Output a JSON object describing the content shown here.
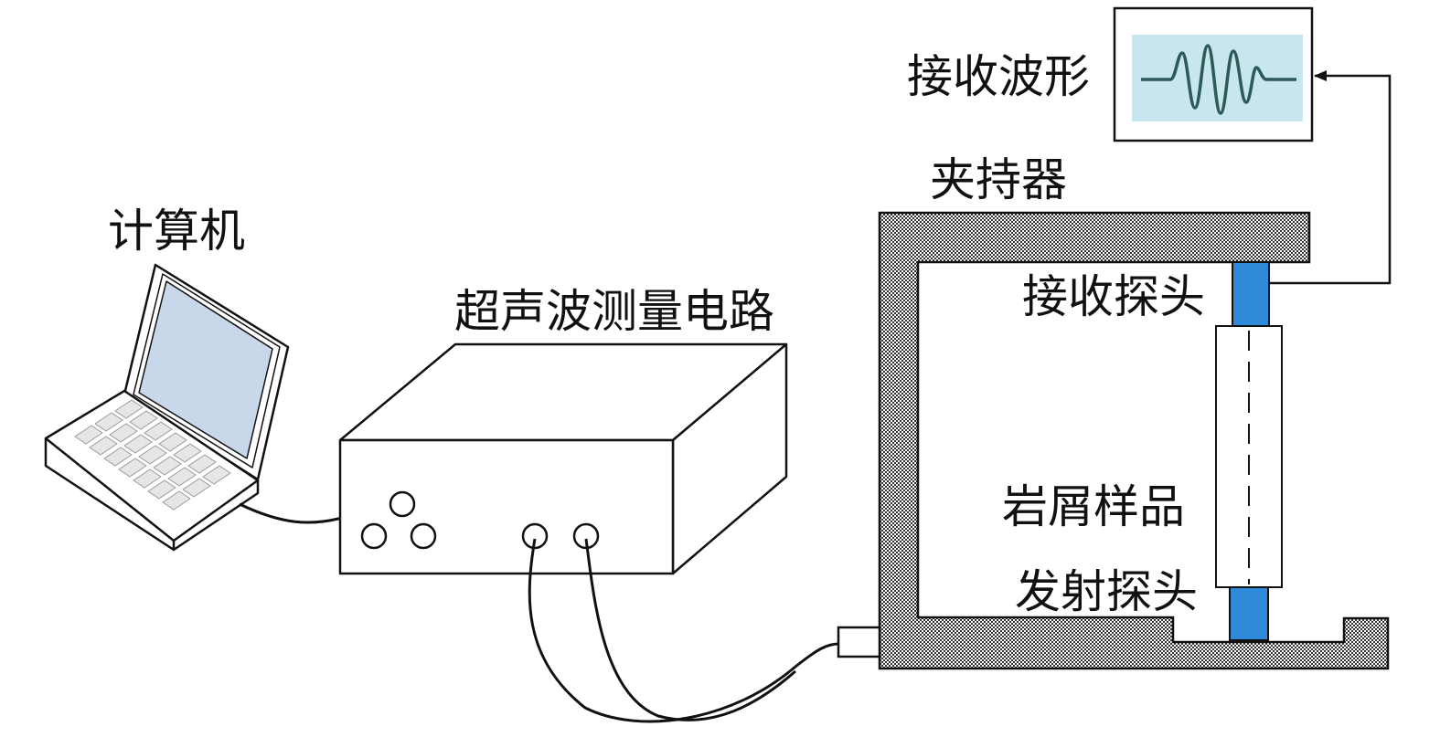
{
  "labels": {
    "computer": "计算机",
    "ultrasonic_circuit": "超声波测量电路",
    "received_waveform": "接收波形",
    "holder": "夹持器",
    "receiving_probe": "接收探头",
    "rock_sample": "岩屑样品",
    "transmitting_probe": "发射探头"
  },
  "colors": {
    "probe": "#2e8ad8",
    "screen": "#c9d7ea",
    "waveform_bg": "#c7e6ee",
    "waveform_line": "#2b5a57",
    "line": "#111111",
    "hatch": "#555555"
  }
}
